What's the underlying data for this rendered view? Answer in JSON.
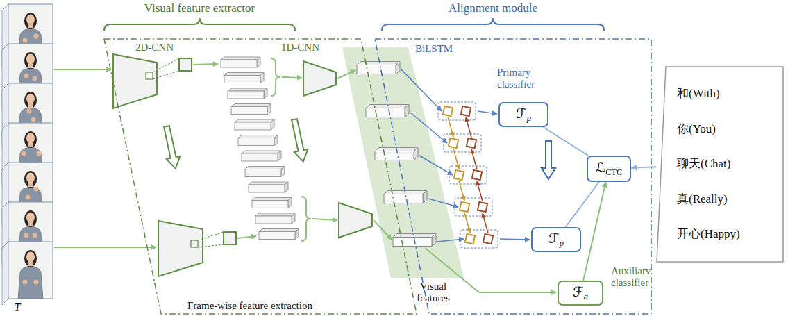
{
  "diagram": {
    "nodes": [
      {
        "text": [
          "Visual feature extractor"
        ]
      },
      {
        "text": [
          "Alignment module"
        ]
      },
      {
        "text": [
          "ℱp"
        ],
        "in": 1
      },
      {
        "text": [
          "ℱp"
        ],
        "in": 1
      },
      {
        "text": [
          "ℒCTC"
        ],
        "in": 1
      },
      {
        "text": [
          "ℱa"
        ],
        "in": 1
      },
      {
        "text": [
          "和(With)",
          "你(You)",
          "聊天(Chat)",
          "真(Really)",
          "开心(Happy)"
        ]
      }
    ],
    "edges": [
      {
        "from": 2,
        "to": 4,
        "arrow": "none"
      },
      {
        "from": 3,
        "to": 4,
        "arrow": "none"
      },
      {
        "from": 5,
        "to": 4,
        "arrow": "to"
      },
      {
        "from": 6,
        "to": 4,
        "arrow": "to"
      }
    ],
    "labels": [
      "2D-CNN",
      "1D-CNN",
      "BiLSTM",
      "Primary classifier",
      "Auxiliary classifier",
      "Visual features",
      "Frame-wise feature extraction",
      "T"
    ]
  }
}
